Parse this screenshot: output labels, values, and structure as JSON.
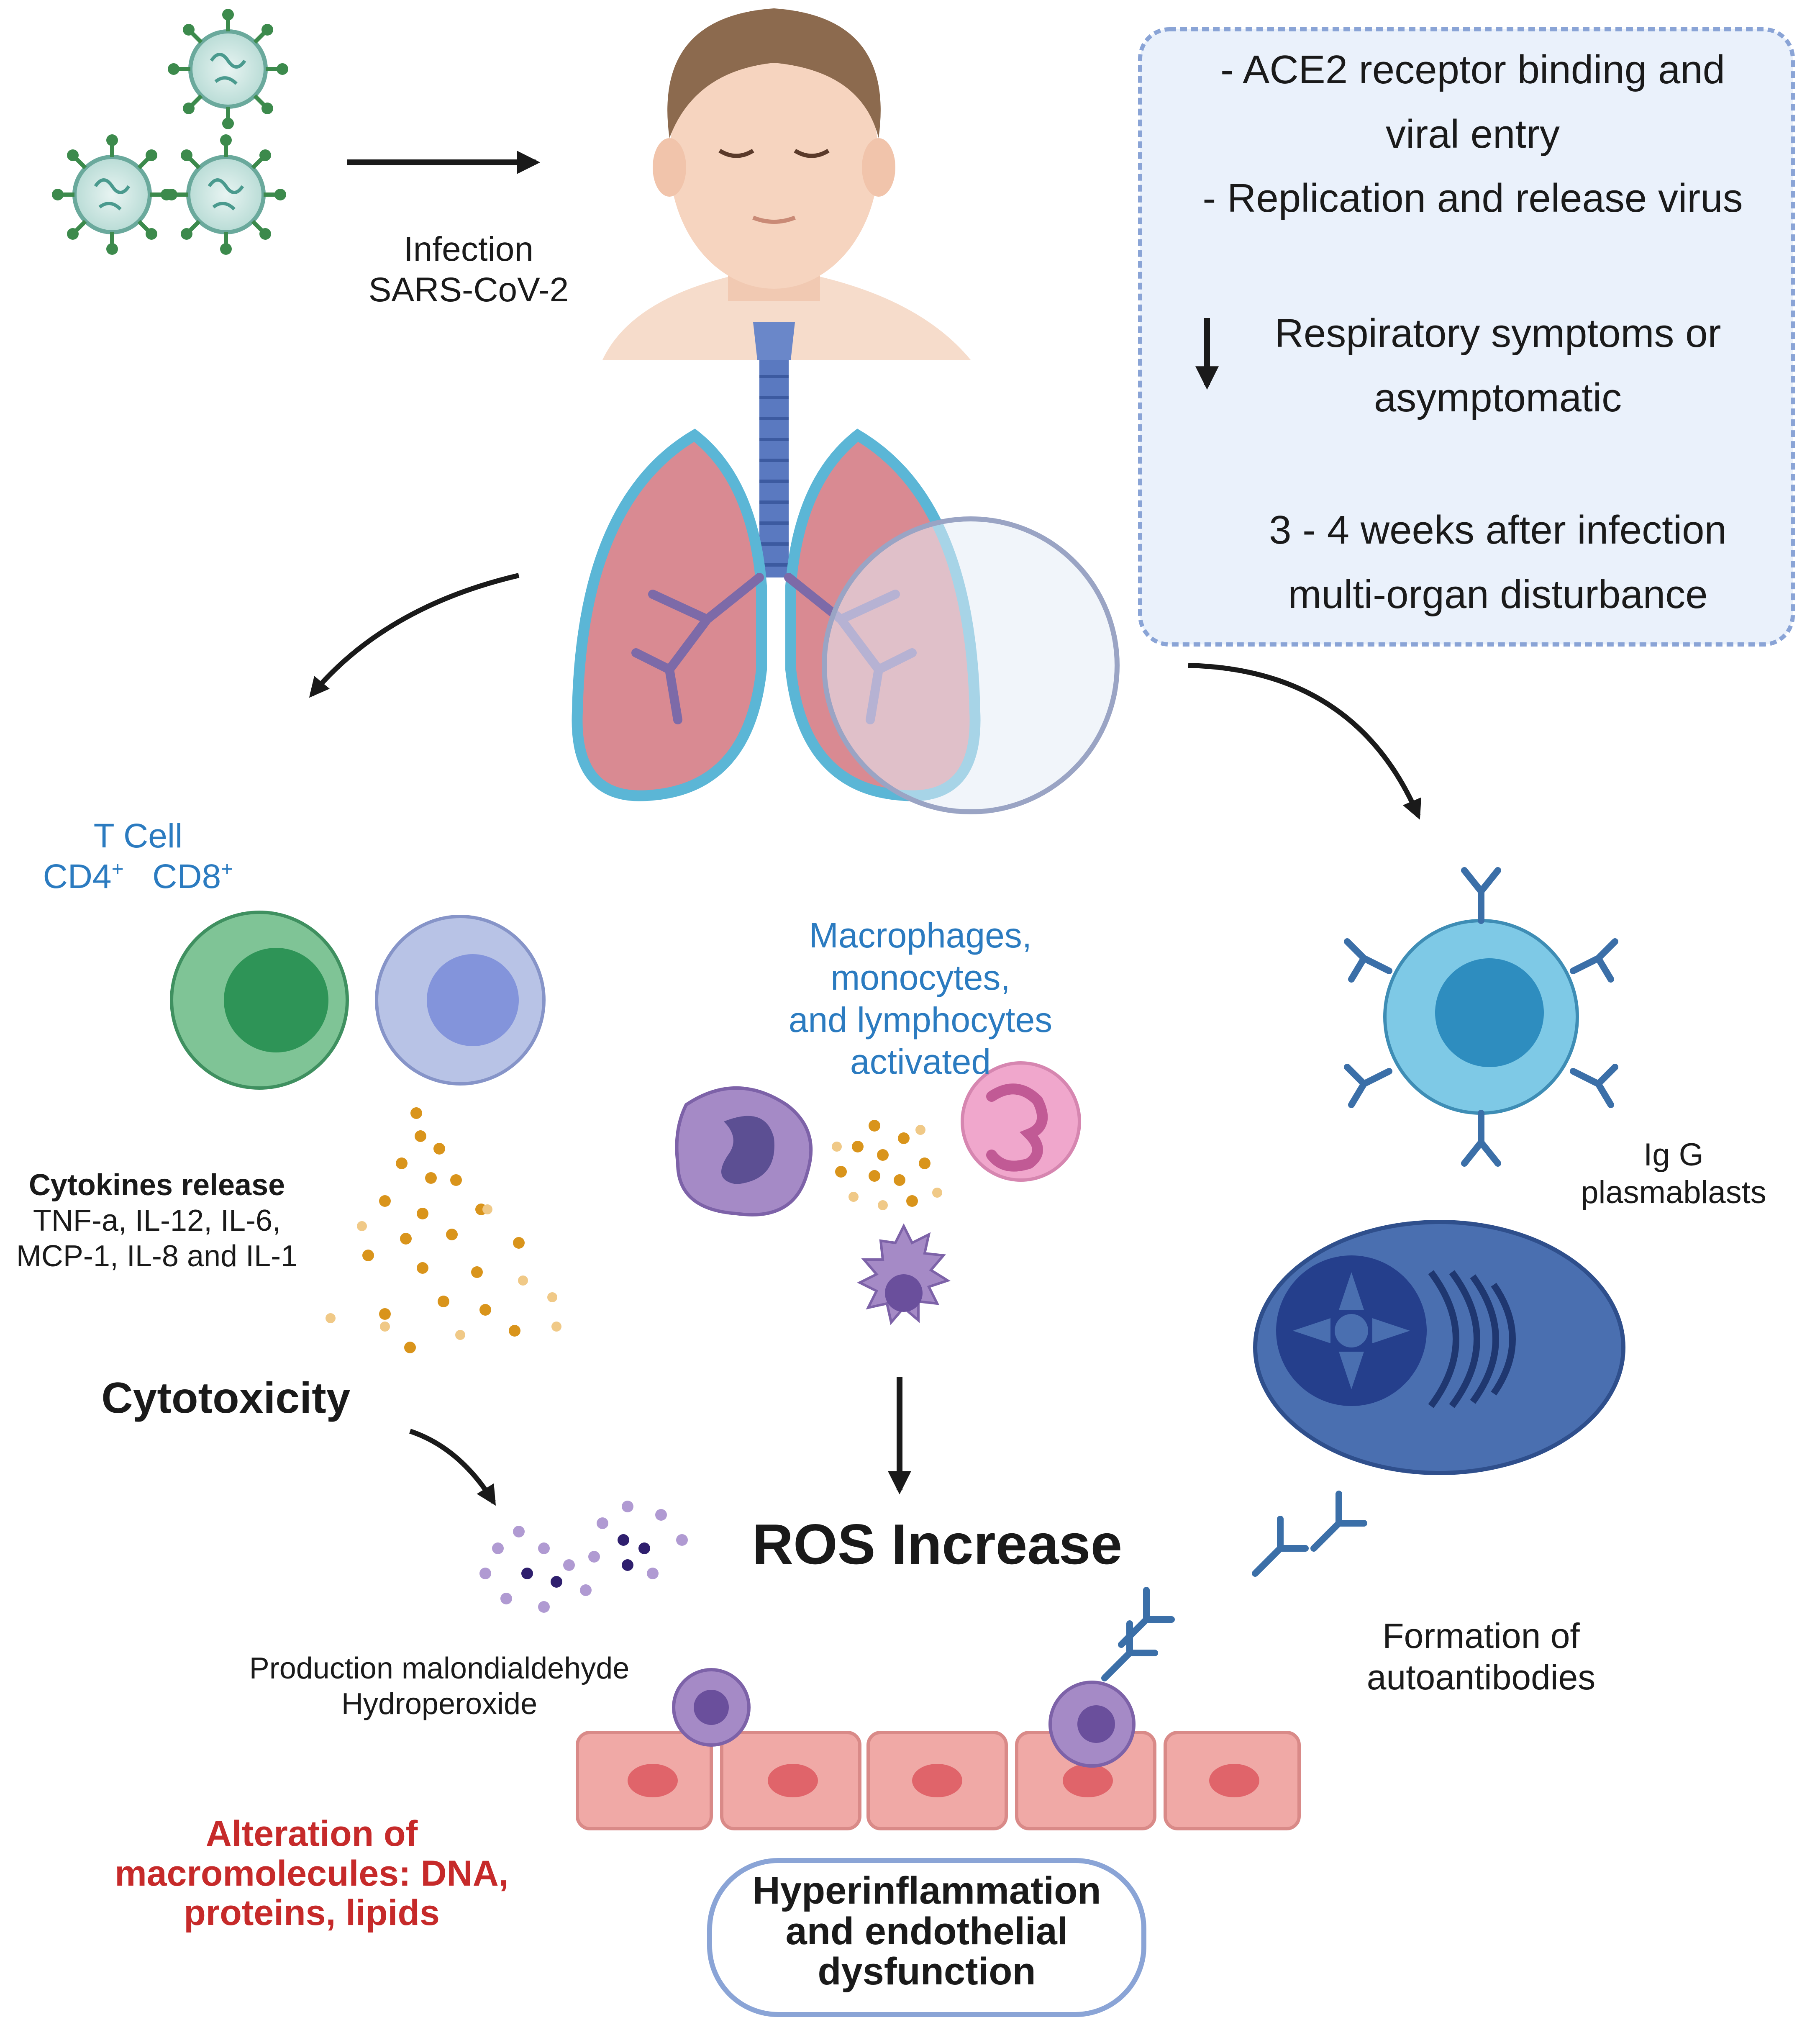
{
  "infection": {
    "line1": "Infection",
    "line2": "SARS-CoV-2"
  },
  "info_box": {
    "item1_line1": "- ACE2 receptor binding and",
    "item1_line2": "viral entry",
    "item2": "- Replication and release virus",
    "result_line1": "Respiratory symptoms or",
    "result_line2": "asymptomatic",
    "late_line1": "3 - 4 weeks after infection",
    "late_line2": "multi-organ disturbance"
  },
  "tcell": {
    "title": "T Cell",
    "cd4": "CD4",
    "cd8": "CD8",
    "sup": "+"
  },
  "macrophages": {
    "line1": "Macrophages,",
    "line2": "monocytes,",
    "line3": "and lymphocytes",
    "line4": "activated"
  },
  "cytokines": {
    "title": "Cytokines release",
    "line1": "TNF-a, IL-12, IL-6,",
    "line2": "MCP-1, IL-8 and IL-1"
  },
  "cytotoxicity": "Cytotoxicity",
  "plasmablasts": {
    "line1": "Ig G",
    "line2": "plasmablasts"
  },
  "ros": "ROS Increase",
  "production": {
    "line1": "Production malondialdehyde",
    "line2": "Hydroperoxide"
  },
  "autoantibodies": {
    "line1": "Formation of",
    "line2": "autoantibodies"
  },
  "alteration": {
    "line1": "Alteration of",
    "line2": "macromolecules: DNA,",
    "line3": "proteins, lipids"
  },
  "hyper": {
    "line1": "Hyperinflammation",
    "line2": "and endothelial",
    "line3": "dysfunction"
  },
  "colors": {
    "text_blue": "#2b7bc0",
    "text_red": "#c62a2a",
    "cd4_cell": "#7fc496",
    "cd8_cell": "#b8c3e6",
    "plasma_cell": "#7ec9e6",
    "lung": "#d98a92",
    "endothelium": "#f0a9a6",
    "info_box_bg": "#eaf1fb"
  }
}
